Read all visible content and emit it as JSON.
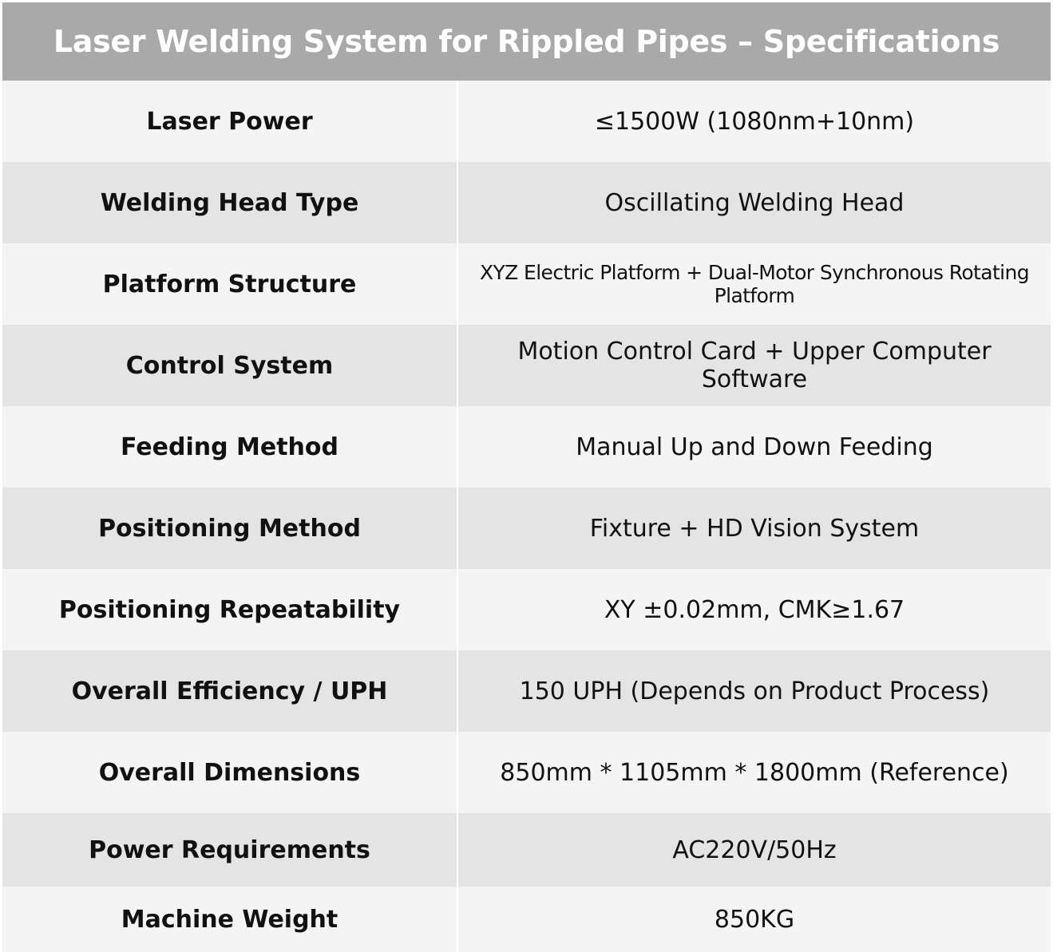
{
  "title": "Laser Welding System for Rippled Pipes – Specifications",
  "specs": [
    {
      "label": "Laser Power",
      "value": "≤1500W (1080nm+10nm)"
    },
    {
      "label": "Welding Head Type",
      "value": "Oscillating Welding Head"
    },
    {
      "label": "Platform Structure",
      "value": "XYZ Electric Platform + Dual-Motor Synchronous Rotating Platform"
    },
    {
      "label": "Control System",
      "value": "Motion Control Card + Upper Computer Software"
    },
    {
      "label": "Feeding Method",
      "value": "Manual Up and Down Feeding"
    },
    {
      "label": "Positioning Method",
      "value": "Fixture + HD Vision System"
    },
    {
      "label": "Positioning Repeatability",
      "value": "XY ±0.02mm, CMK≥1.67"
    },
    {
      "label": "Overall Efficiency / UPH",
      "value": "150 UPH (Depends on Product Process)"
    },
    {
      "label": "Overall Dimensions",
      "value": "850mm * 1105mm * 1800mm (Reference)"
    },
    {
      "label": "Power Requirements",
      "value": "AC220V/50Hz"
    },
    {
      "label": "Machine Weight",
      "value": "850KG"
    }
  ],
  "colors": {
    "header_bg": "#a9a9a9",
    "row_light": "#f4f4f4",
    "row_dark": "#e4e4e4",
    "text": "#111111"
  }
}
